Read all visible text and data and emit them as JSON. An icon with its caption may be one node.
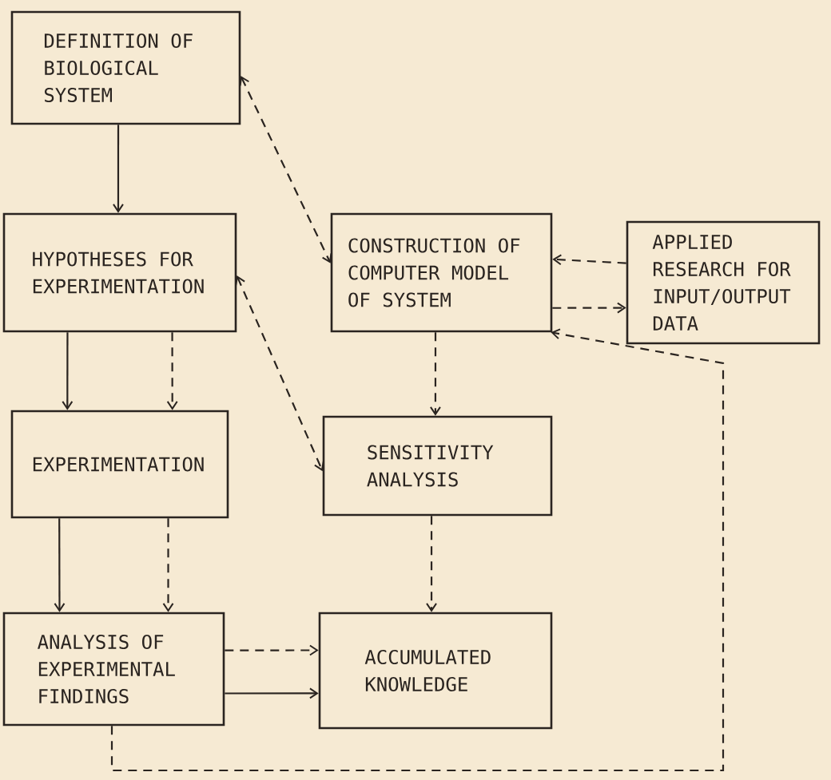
{
  "diagram": {
    "nodes": [
      {
        "text": [
          "DEFINITION OF BIOLOGICAL SYSTEM"
        ]
      },
      {
        "text": [
          "HYPOTHESES FOR EXPERIMENTATION"
        ]
      },
      {
        "text": [
          "CONSTRUCTION OF COMPUTER MODEL OF SYSTEM"
        ]
      },
      {
        "text": [
          "APPLIED RESEARCH FOR INPUT/OUTPUT DATA"
        ]
      },
      {
        "text": [
          "EXPERIMENTATION"
        ]
      },
      {
        "text": [
          "SENSITIVITY ANALYSIS"
        ]
      },
      {
        "text": [
          "ANALYSIS OF EXPERIMENTAL FINDINGS"
        ]
      },
      {
        "text": [
          "ACCUMULATED KNOWLEDGE"
        ]
      }
    ],
    "edges": [
      {
        "from": 0,
        "to": 1,
        "arrow": "to"
      },
      {
        "from": 0,
        "to": 2,
        "arrow": "both",
        "style": "dashed"
      },
      {
        "from": 1,
        "to": 4,
        "arrow": "to"
      },
      {
        "from": 1,
        "to": 4,
        "arrow": "to",
        "style": "dashed"
      },
      {
        "from": 1,
        "to": 5,
        "arrow": "both",
        "style": "dashed"
      },
      {
        "from": 3,
        "to": 2,
        "arrow": "to",
        "style": "dashed"
      },
      {
        "from": 2,
        "to": 3,
        "arrow": "to",
        "style": "dashed"
      },
      {
        "from": 2,
        "to": 5,
        "arrow": "to",
        "style": "dashed"
      },
      {
        "from": 4,
        "to": 6,
        "arrow": "to"
      },
      {
        "from": 4,
        "to": 6,
        "arrow": "to",
        "style": "dashed"
      },
      {
        "from": 5,
        "to": 7,
        "arrow": "to",
        "style": "dashed"
      },
      {
        "from": 6,
        "to": 7,
        "arrow": "to",
        "style": "dashed"
      },
      {
        "from": 6,
        "to": 7,
        "arrow": "to"
      },
      {
        "from": 6,
        "to": 2,
        "arrow": "to",
        "style": "dashed"
      }
    ]
  }
}
